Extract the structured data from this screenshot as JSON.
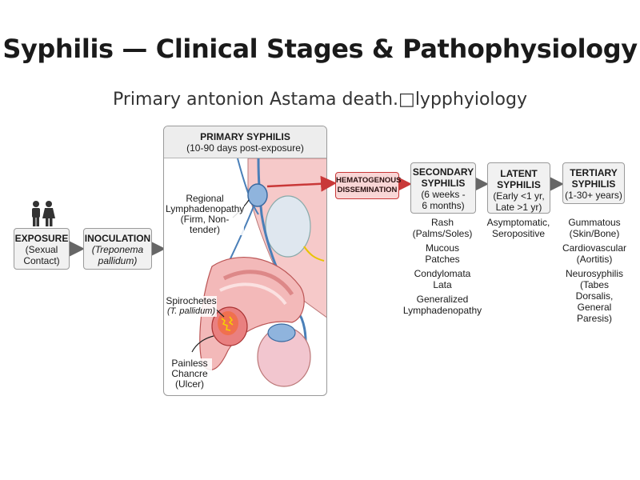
{
  "title": "Syphilis — Clinical Stages & Pathophysiology",
  "subtitle": "Primary antonion Astama death.□lypphyiology",
  "exposure": {
    "heading": "EXPOSURE",
    "line1": "(Sexual",
    "line2": "Contact)"
  },
  "inoculation": {
    "heading": "INOCULATION",
    "line1": "(Treponema",
    "line2": "pallidum)"
  },
  "primary": {
    "heading": "PRIMARY SYPHILIS",
    "duration": "(10-90 days post-exposure)",
    "lymph_label": [
      "Regional",
      "Lymphadenopathy",
      "(Firm, Non-",
      "tender)"
    ],
    "spiro_label": [
      "Spirochetes",
      "(T. pallidum)"
    ],
    "chancre_label": [
      "Painless",
      "Chancre",
      "(Ulcer)"
    ]
  },
  "hematogenous": {
    "line1": "HEMATOGENOUS",
    "line2": "DISSEMINATION"
  },
  "secondary": {
    "heading1": "SECONDARY",
    "heading2": "SYPHILIS",
    "dur1": "(6 weeks -",
    "dur2": "6 months)",
    "features": [
      "Rash",
      "(Palms/Soles)",
      "Mucous",
      "Patches",
      "Condylomata",
      "Lata",
      "Generalized",
      "Lymphadenopathy"
    ]
  },
  "latent": {
    "heading1": "LATENT",
    "heading2": "SYPHILIS",
    "dur1": "(Early <1 yr,",
    "dur2": "Late >1 yr)",
    "features": [
      "Asymptomatic,",
      "Seropositive"
    ]
  },
  "tertiary": {
    "heading1": "TERTIARY",
    "heading2": "SYPHILIS",
    "dur1": "(1-30+ years)",
    "features": [
      "Gummatous",
      "(Skin/Bone)",
      "Cardiovascular",
      "(Aortitis)",
      "Neurosyphilis",
      "(Tabes",
      "Dorsalis,",
      "General",
      "Paresis)"
    ]
  },
  "colors": {
    "red": "#c93838",
    "box_fill": "#f1f1f1",
    "tissue": "#f3b9b9",
    "vessel": "#4a7fb8"
  }
}
